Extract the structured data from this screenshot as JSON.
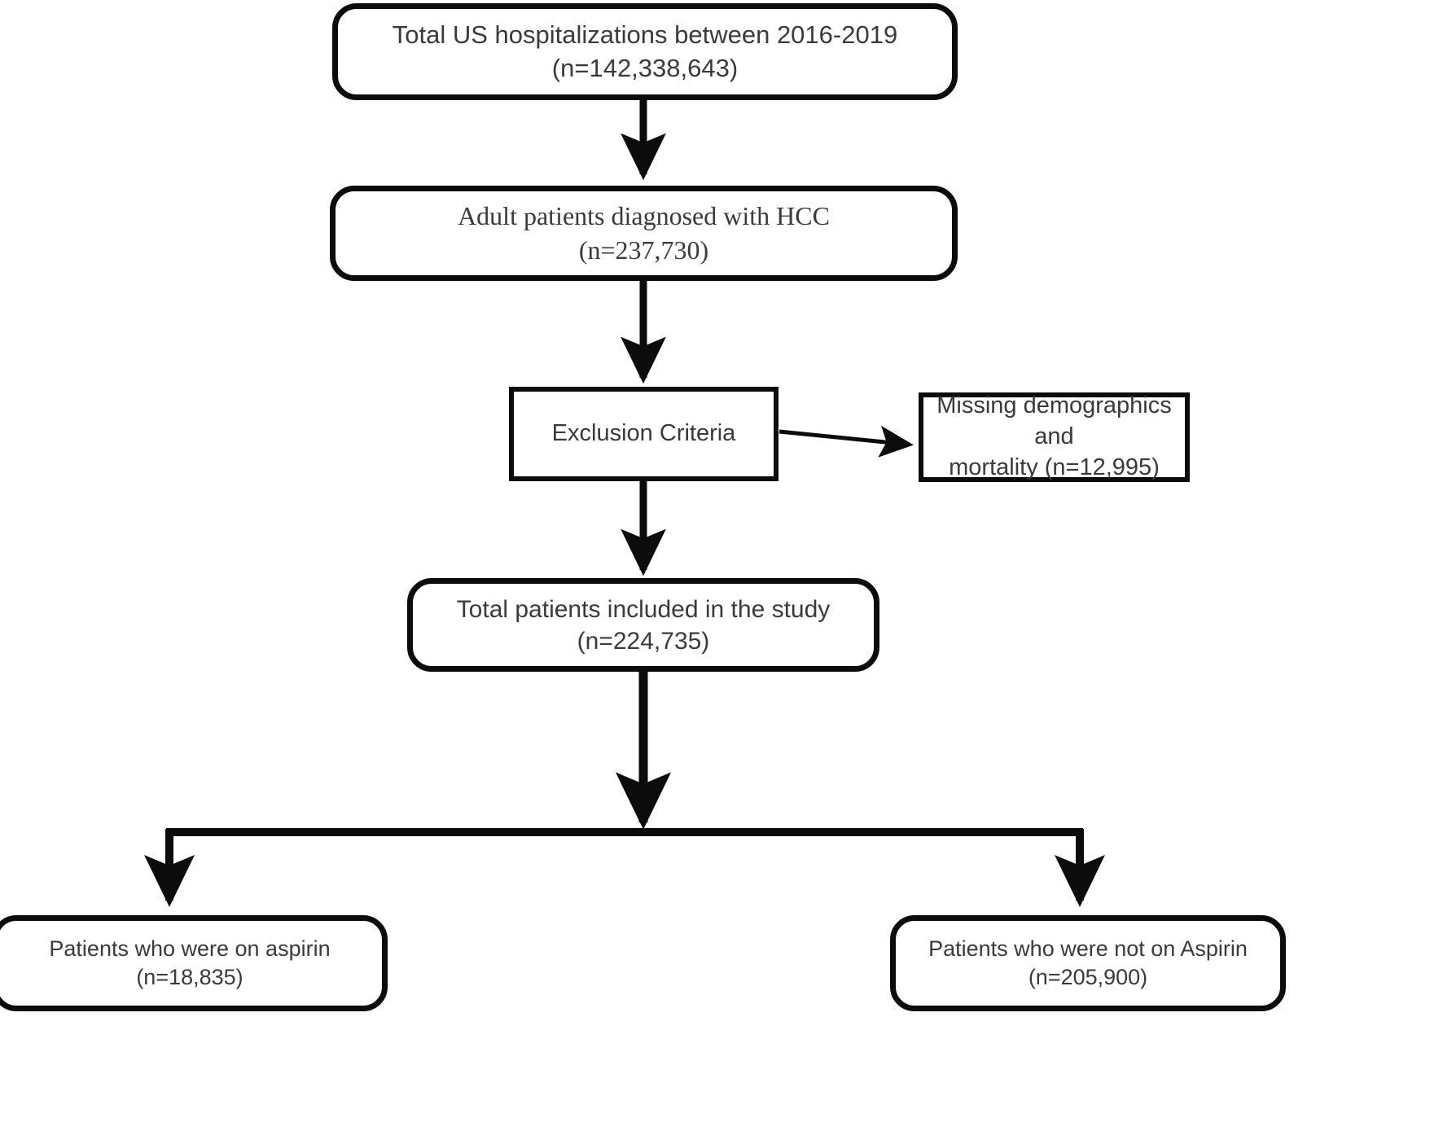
{
  "diagram": {
    "type": "flowchart",
    "title": "Study patient selection flow diagram",
    "background_color": "#ffffff",
    "line_color": "#0c0c0c",
    "text_color": "#3a3a3a",
    "nodes": [
      {
        "id": "total-hospitalizations",
        "label": "Total US hospitalizations between 2016-2019\n(n=142,338,643)",
        "line1": "Total US hospitalizations between 2016-2019",
        "line2": "(n=142,338,643)",
        "count": "142,338,643",
        "shape": "rounded-rectangle"
      },
      {
        "id": "adult-hcc",
        "label": "Adult patients diagnosed with HCC\n(n=237,730)",
        "line1": "Adult patients diagnosed with HCC",
        "line2": "(n=237,730)",
        "count": "237,730",
        "shape": "rounded-rectangle"
      },
      {
        "id": "exclusion-criteria",
        "label": "Exclusion Criteria",
        "line1": "Exclusion Criteria",
        "line2": "",
        "count": "",
        "shape": "rectangle"
      },
      {
        "id": "missing-demographics",
        "label": "Missing demographics and\nmortality  (n=12,995)",
        "line1": "Missing demographics and",
        "line2": "mortality  (n=12,995)",
        "count": "12,995",
        "shape": "rectangle"
      },
      {
        "id": "total-included",
        "label": "Total patients included in the study\n(n=224,735)",
        "line1": "Total patients included in the study",
        "line2": "(n=224,735)",
        "count": "224,735",
        "shape": "rounded-rectangle"
      },
      {
        "id": "aspirin-yes",
        "label": "Patients who were on aspirin\n(n=18,835)",
        "line1": "Patients who were on aspirin",
        "line2": "(n=18,835)",
        "count": "18,835",
        "shape": "rounded-rectangle"
      },
      {
        "id": "aspirin-no",
        "label": "Patients who were not on Aspirin\n(n=205,900)",
        "line1": "Patients who were not on Aspirin",
        "line2": "(n=205,900)",
        "count": "205,900",
        "shape": "rounded-rectangle"
      }
    ],
    "edges": [
      {
        "from": "total-hospitalizations",
        "to": "adult-hcc",
        "direction": "down",
        "label": ""
      },
      {
        "from": "adult-hcc",
        "to": "exclusion-criteria",
        "direction": "down",
        "label": ""
      },
      {
        "from": "exclusion-criteria",
        "to": "missing-demographics",
        "direction": "right",
        "label": ""
      },
      {
        "from": "exclusion-criteria",
        "to": "total-included",
        "direction": "down",
        "label": ""
      },
      {
        "from": "total-included",
        "to": "aspirin-yes",
        "direction": "down-left",
        "label": ""
      },
      {
        "from": "total-included",
        "to": "aspirin-no",
        "direction": "down-right",
        "label": ""
      }
    ]
  }
}
